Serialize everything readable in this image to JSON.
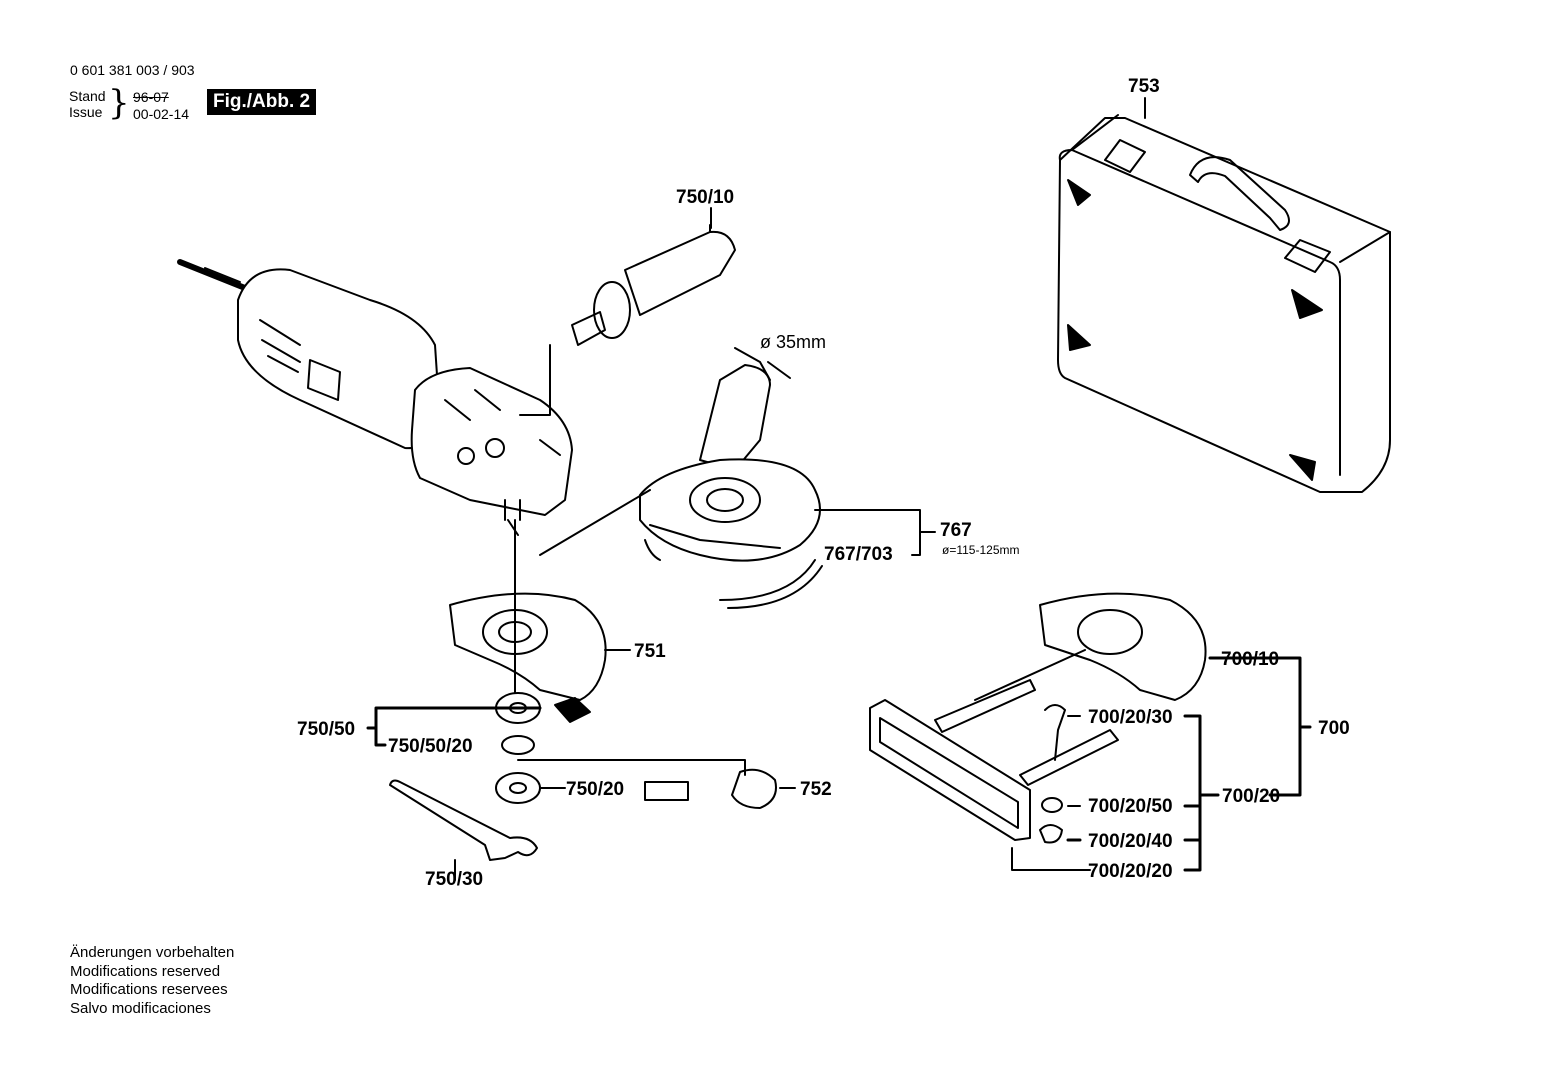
{
  "header": {
    "doc_number": "0 601 381 003 / 903",
    "stand_label": "Stand",
    "issue_label": "Issue",
    "old_date": "96-07",
    "date": "00-02-14",
    "figure_label": "Fig./Abb. 2"
  },
  "parts": {
    "p753": "753",
    "p750_10": "750/10",
    "dia_35": "ø 35mm",
    "p767": "767",
    "p767_703": "767/703",
    "dia_115": "ø=115-125mm",
    "p751": "751",
    "p750_50": "750/50",
    "p750_50_20": "750/50/20",
    "p750_20": "750/20",
    "p752": "752",
    "p750_30": "750/30",
    "p700_10": "700/10",
    "p700": "700",
    "p700_20_30": "700/20/30",
    "p700_20": "700/20",
    "p700_20_50": "700/20/50",
    "p700_20_40": "700/20/40",
    "p700_20_20": "700/20/20"
  },
  "footer": {
    "line1": "Änderungen vorbehalten",
    "line2": "Modifications reserved",
    "line3": "Modifications reservees",
    "line4": "Salvo modificaciones"
  }
}
